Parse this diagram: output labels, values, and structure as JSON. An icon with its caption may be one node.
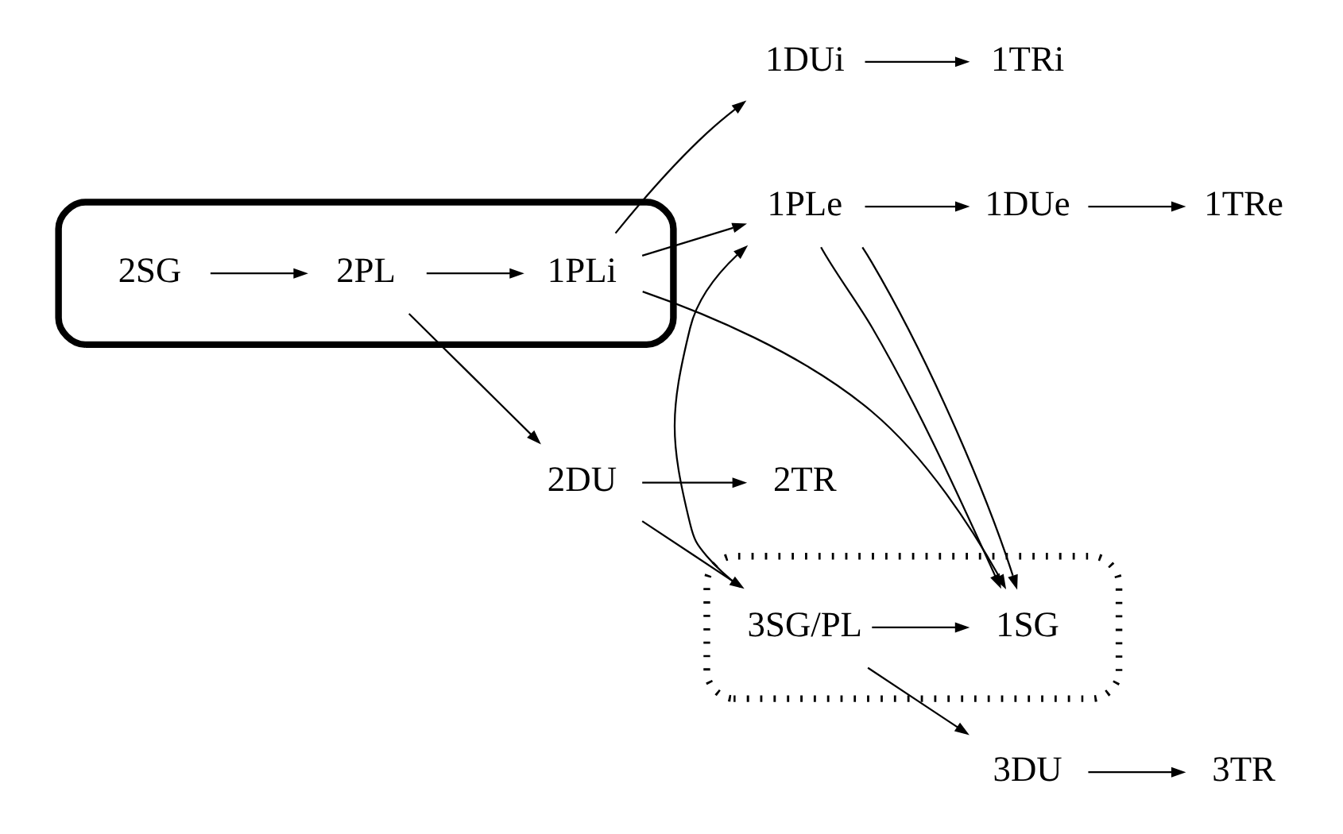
{
  "diagram": {
    "nodes": [
      {
        "text": [
          "3TR"
        ]
      },
      {
        "text": [
          "3DU"
        ]
      },
      {
        "text": [],
        "shape": "ellipse"
      },
      {
        "text": [
          "3SG/PL"
        ],
        "in": 2
      },
      {
        "text": [
          "2TR"
        ]
      },
      {
        "text": [
          "2DU"
        ]
      },
      {
        "text": [
          "1PLe"
        ]
      },
      {
        "text": [],
        "shape": "ellipse"
      },
      {
        "text": [
          "2SG"
        ],
        "in": 7
      },
      {
        "text": [
          "2PL"
        ],
        "in": 7
      },
      {
        "text": [
          "1PLi"
        ],
        "in": 7
      },
      {
        "text": [
          "1SG"
        ],
        "in": 2
      },
      {
        "text": [
          "1DUi"
        ]
      },
      {
        "text": [
          "1DUe"
        ]
      },
      {
        "text": [
          "1TRi"
        ]
      },
      {
        "text": [
          "1TRe"
        ]
      }
    ],
    "edges": [
      {
        "from": 1,
        "to": 0,
        "arrow": "to"
      },
      {
        "from": 3,
        "to": 1,
        "arrow": "to"
      },
      {
        "from": 5,
        "to": 4,
        "arrow": "to"
      },
      {
        "from": 9,
        "to": 5,
        "arrow": "to"
      },
      {
        "from": 5,
        "to": 3,
        "arrow": "to"
      },
      {
        "from": 8,
        "to": 9,
        "arrow": "to"
      },
      {
        "from": 9,
        "to": 10,
        "arrow": "to"
      },
      {
        "from": 10,
        "to": 6,
        "arrow": "to"
      },
      {
        "from": 10,
        "to": 11,
        "arrow": "to"
      },
      {
        "from": 3,
        "to": 6,
        "arrow": "to"
      },
      {
        "from": 3,
        "to": 11,
        "arrow": "to"
      },
      {
        "from": 6,
        "to": 11,
        "arrow": "to"
      },
      {
        "from": 6,
        "to": 11,
        "arrow": "to"
      },
      {
        "from": 10,
        "to": 12,
        "arrow": "to"
      },
      {
        "from": 12,
        "to": 14,
        "arrow": "to"
      },
      {
        "from": 6,
        "to": 13,
        "arrow": "to"
      },
      {
        "from": 13,
        "to": 15,
        "arrow": "to"
      }
    ]
  }
}
